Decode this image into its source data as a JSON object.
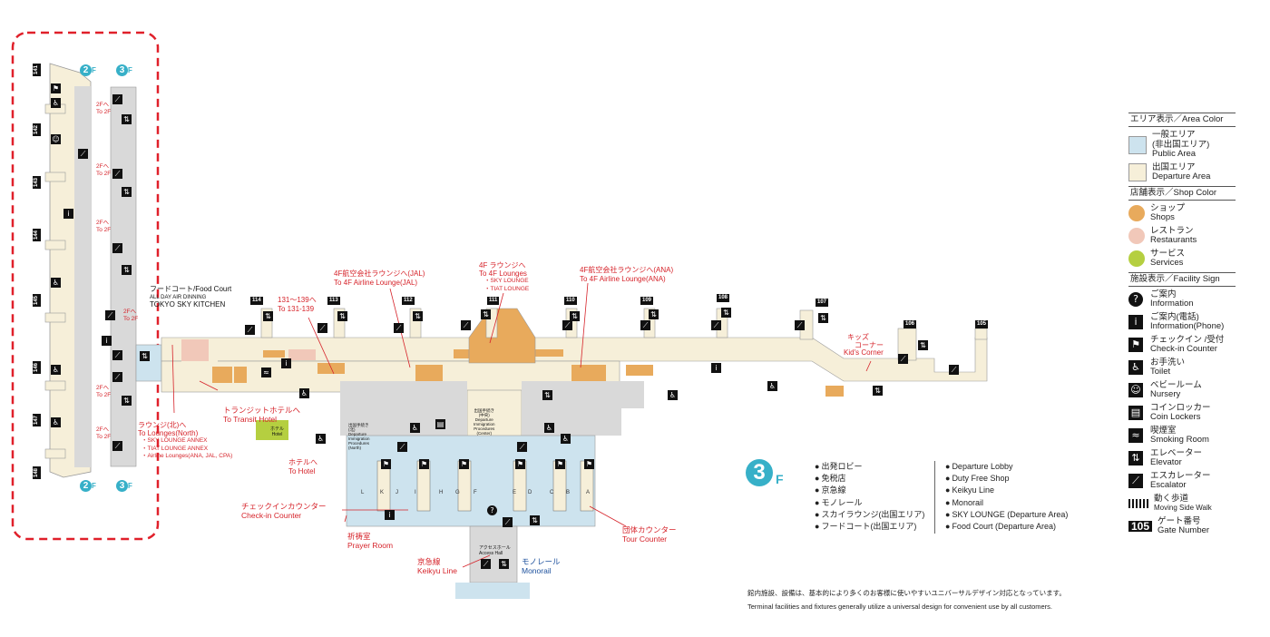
{
  "colors": {
    "public_area": "#cde3ee",
    "departure_area": "#f6efd9",
    "shops": "#e8aa5c",
    "restaurants": "#f1c8b9",
    "services": "#b5cf40",
    "floor_badge": "#37b0c8",
    "callout_red": "#d6232a",
    "selection_dashed": "#e0202a",
    "building_gray": "#d9d9d9"
  },
  "floor_badges": {
    "floor_2_label": "2",
    "floor_3_label": "3",
    "floor_suffix": "F"
  },
  "gates": {
    "north_pier": [
      "141",
      "142",
      "143",
      "144",
      "145",
      "146",
      "147",
      "148"
    ],
    "main": [
      "114",
      "113",
      "112",
      "111",
      "110",
      "109",
      "108",
      "107",
      "106",
      "105"
    ]
  },
  "ramp_labels": [
    "2Fへ",
    "To 2F"
  ],
  "map_labels": {
    "food_court": [
      "フードコート/Food Court",
      "ALL DAY AIR DINNING",
      "TOKYO SKY KITCHEN"
    ],
    "gates_131_139": [
      "131～139へ",
      "To 131-139"
    ],
    "jal_lounge": [
      "4F航空会社ラウンジへ(JAL)",
      "To 4F Airline Lounge(JAL)"
    ],
    "fourf_lounges": [
      "4F ラウンジへ",
      "To 4F Lounges",
      "・SKY LOUNGE",
      "・TIAT LOUNGE"
    ],
    "ana_lounge": [
      "4F航空会社ラウンジへ(ANA)",
      "To 4F Airline Lounge(ANA)"
    ],
    "kids_corner": [
      "キッズ",
      "コーナー",
      "Kid's Corner"
    ],
    "transit_hotel": [
      "トランジットホテルへ",
      "To Transit Hotel"
    ],
    "lounges_north": [
      "ラウンジ(北)へ",
      "To Lounges(North)",
      "・SKY LOUNGE ANNEX",
      "・TIAT LOUNGE ANNEX",
      "・Airline Lounges(ANA, JAL, CPA)"
    ],
    "to_hotel": [
      "ホテルへ",
      "To Hotel"
    ],
    "hotel": [
      "ホテル",
      "Hotel"
    ],
    "immigration_north": [
      "出国手続き",
      "(北)",
      "Departure",
      "Immigration",
      "Procedures",
      "(North)"
    ],
    "immigration_center": [
      "出国手続き",
      "(中央)",
      "Departure",
      "Immigration",
      "Procedures",
      "(Center)"
    ],
    "checkin_counter": [
      "チェックインカウンター",
      "Check-in Counter"
    ],
    "prayer_room": [
      "祈祷室",
      "Prayer Room"
    ],
    "tour_counter": [
      "団体カウンター",
      "Tour Counter"
    ],
    "access_hall": [
      "アクセスホール",
      "Access Hall"
    ],
    "keikyu": [
      "京急線",
      "Keikyu Line"
    ],
    "monorail": [
      "モノレール",
      "Monorail"
    ],
    "counters": [
      "L",
      "K",
      "J",
      "I",
      "H",
      "G",
      "F",
      "E",
      "D",
      "C",
      "B",
      "A"
    ]
  },
  "floor_key": {
    "floor_number": "3",
    "floor_suffix": "F",
    "jp_items": [
      "出発ロビー",
      "免税店",
      "京急線",
      "モノレール",
      "スカイラウンジ(出国エリア)",
      "フードコート(出国エリア)"
    ],
    "en_items": [
      "Departure Lobby",
      "Duty Free Shop",
      "Keikyu Line",
      "Monorail",
      "SKY LOUNGE (Departure Area)",
      "Food Court (Departure Area)"
    ]
  },
  "notes": {
    "jp": "館内施設、設備は、基本的により多くのお客様に使いやすいユニバーサルデザイン対応となっています。",
    "en": "Terminal facilities and fixtures generally utilize a universal design for convenient use by all customers."
  },
  "legend": {
    "area_header": "エリア表示／Area Color",
    "area": [
      {
        "jp": "一般エリア",
        "jp2": "(非出国エリア)",
        "en": "Public Area",
        "icon": "public-area-swatch"
      },
      {
        "jp": "出国エリア",
        "en": "Departure Area",
        "icon": "departure-area-swatch"
      }
    ],
    "shop_header": "店舗表示／Shop Color",
    "shop": [
      {
        "jp": "ショップ",
        "en": "Shops",
        "icon": "shops-swatch"
      },
      {
        "jp": "レストラン",
        "en": "Restaurants",
        "icon": "restaurants-swatch"
      },
      {
        "jp": "サービス",
        "en": "Services",
        "icon": "services-swatch"
      }
    ],
    "facility_header": "施設表示／Facility Sign",
    "facility": [
      {
        "jp": "ご案内",
        "en": "Information",
        "icon": "information-icon",
        "glyph": "?"
      },
      {
        "jp": "ご案内(電話)",
        "en": "Information(Phone)",
        "icon": "information-phone-icon",
        "glyph": "i"
      },
      {
        "jp": "チェックイン /受付",
        "en": "Check-in Counter",
        "icon": "checkin-counter-icon",
        "glyph": "⚑"
      },
      {
        "jp": "お手洗い",
        "en": "Toilet",
        "icon": "toilet-icon",
        "glyph": "♿"
      },
      {
        "jp": "ベビールーム",
        "en": "Nursery",
        "icon": "nursery-icon",
        "glyph": "☺"
      },
      {
        "jp": "コインロッカー",
        "en": "Coin Lockers",
        "icon": "coin-locker-icon",
        "glyph": "▤"
      },
      {
        "jp": "喫煙室",
        "en": "Smoking Room",
        "icon": "smoking-room-icon",
        "glyph": "≈"
      },
      {
        "jp": "エレベーター",
        "en": "Elevator",
        "icon": "elevator-icon",
        "glyph": "⇅"
      },
      {
        "jp": "エスカレーター",
        "en": "Escalator",
        "icon": "escalator-icon",
        "glyph": "⟋"
      }
    ],
    "moving_walk": {
      "jp": "動く歩道",
      "en": "Moving Side Walk"
    },
    "gate_number": {
      "num": "105",
      "jp": "ゲート番号",
      "en": "Gate Number"
    }
  }
}
